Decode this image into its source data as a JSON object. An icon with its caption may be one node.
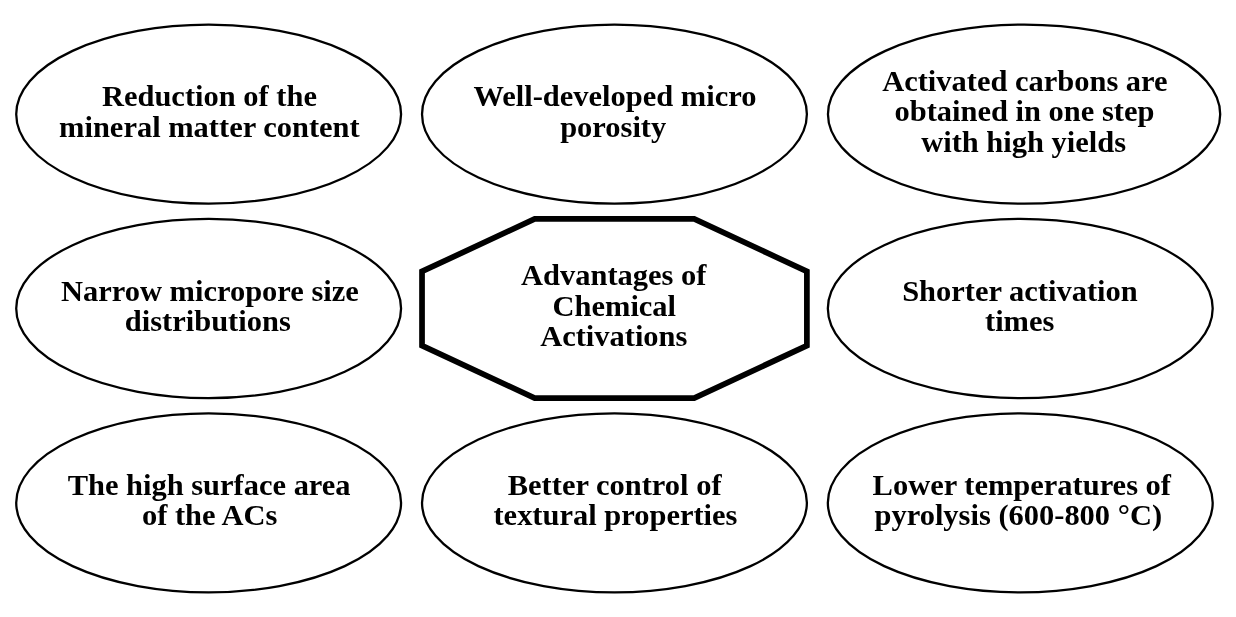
{
  "diagram": {
    "nodes": [
      {
        "text": [
          "Well-developed micro porosity"
        ]
      },
      {
        "text": [
          "Reduction of the mineral matter content"
        ]
      },
      {
        "text": [
          "Activated carbons are obtained in one step with high yields"
        ]
      },
      {
        "text": [
          "Advantages of Chemical Activations"
        ]
      },
      {
        "text": [
          "Narrow micropore size distributions"
        ]
      },
      {
        "text": [
          "Shorter activation times"
        ]
      },
      {
        "text": [
          "The high surface area of the ACs"
        ]
      },
      {
        "text": [
          "Better control of textural properties"
        ]
      },
      {
        "text": [
          "Lower temperatures of pyrolysis (600-800 °C)"
        ]
      }
    ]
  }
}
